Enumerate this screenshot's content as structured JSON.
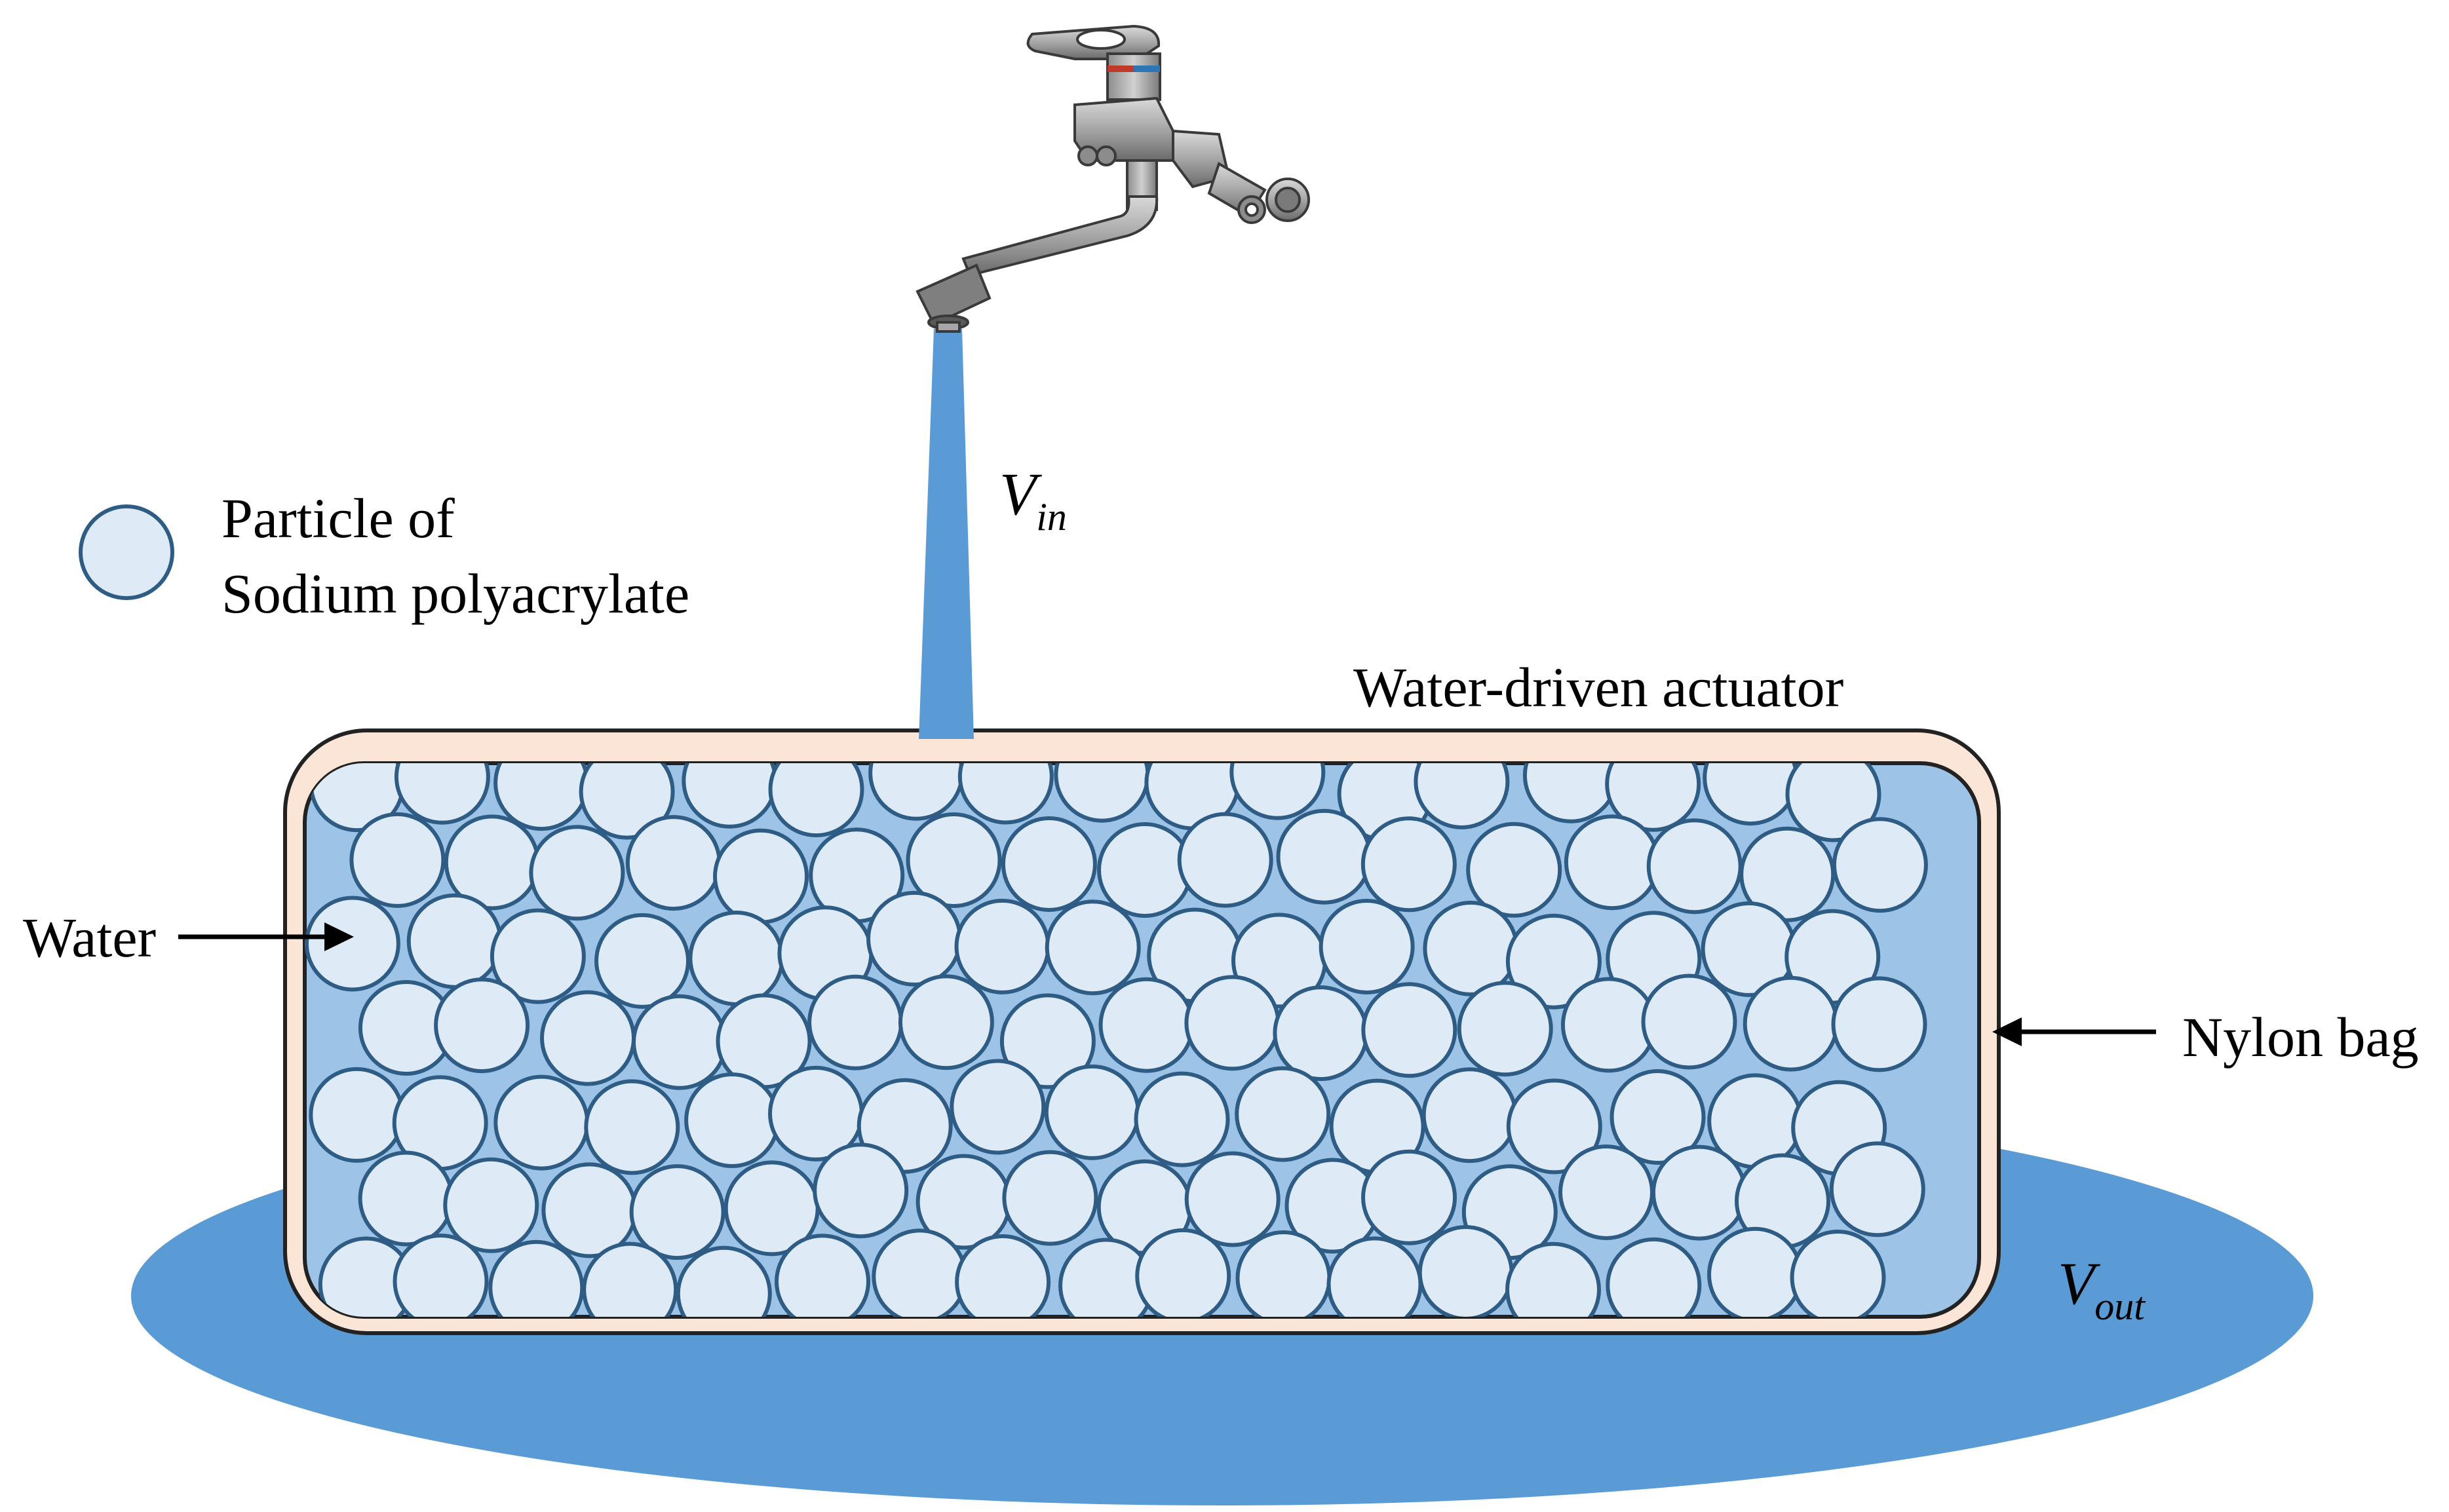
{
  "diagram": {
    "labels": {
      "legend_line1": "Particle of",
      "legend_line2": "Sodium polyacrylate",
      "water": "Water",
      "nylon_bag": "Nylon bag",
      "actuator": "Water-driven actuator"
    },
    "variables": {
      "vin_base": "V",
      "vin_sub": "in",
      "vout_base": "V",
      "vout_sub": "out"
    },
    "colors": {
      "pool": "#5b9bd5",
      "water_fill": "#9dc3e6",
      "particle_fill": "#deebf7",
      "particle_stroke": "#2e5c84",
      "bag_fill": "#fbe5d6",
      "stream": "#5b9bd5",
      "faucet": "#a6a6a6"
    },
    "icons": {
      "faucet": "faucet-icon",
      "particle": "particle-icon"
    }
  }
}
